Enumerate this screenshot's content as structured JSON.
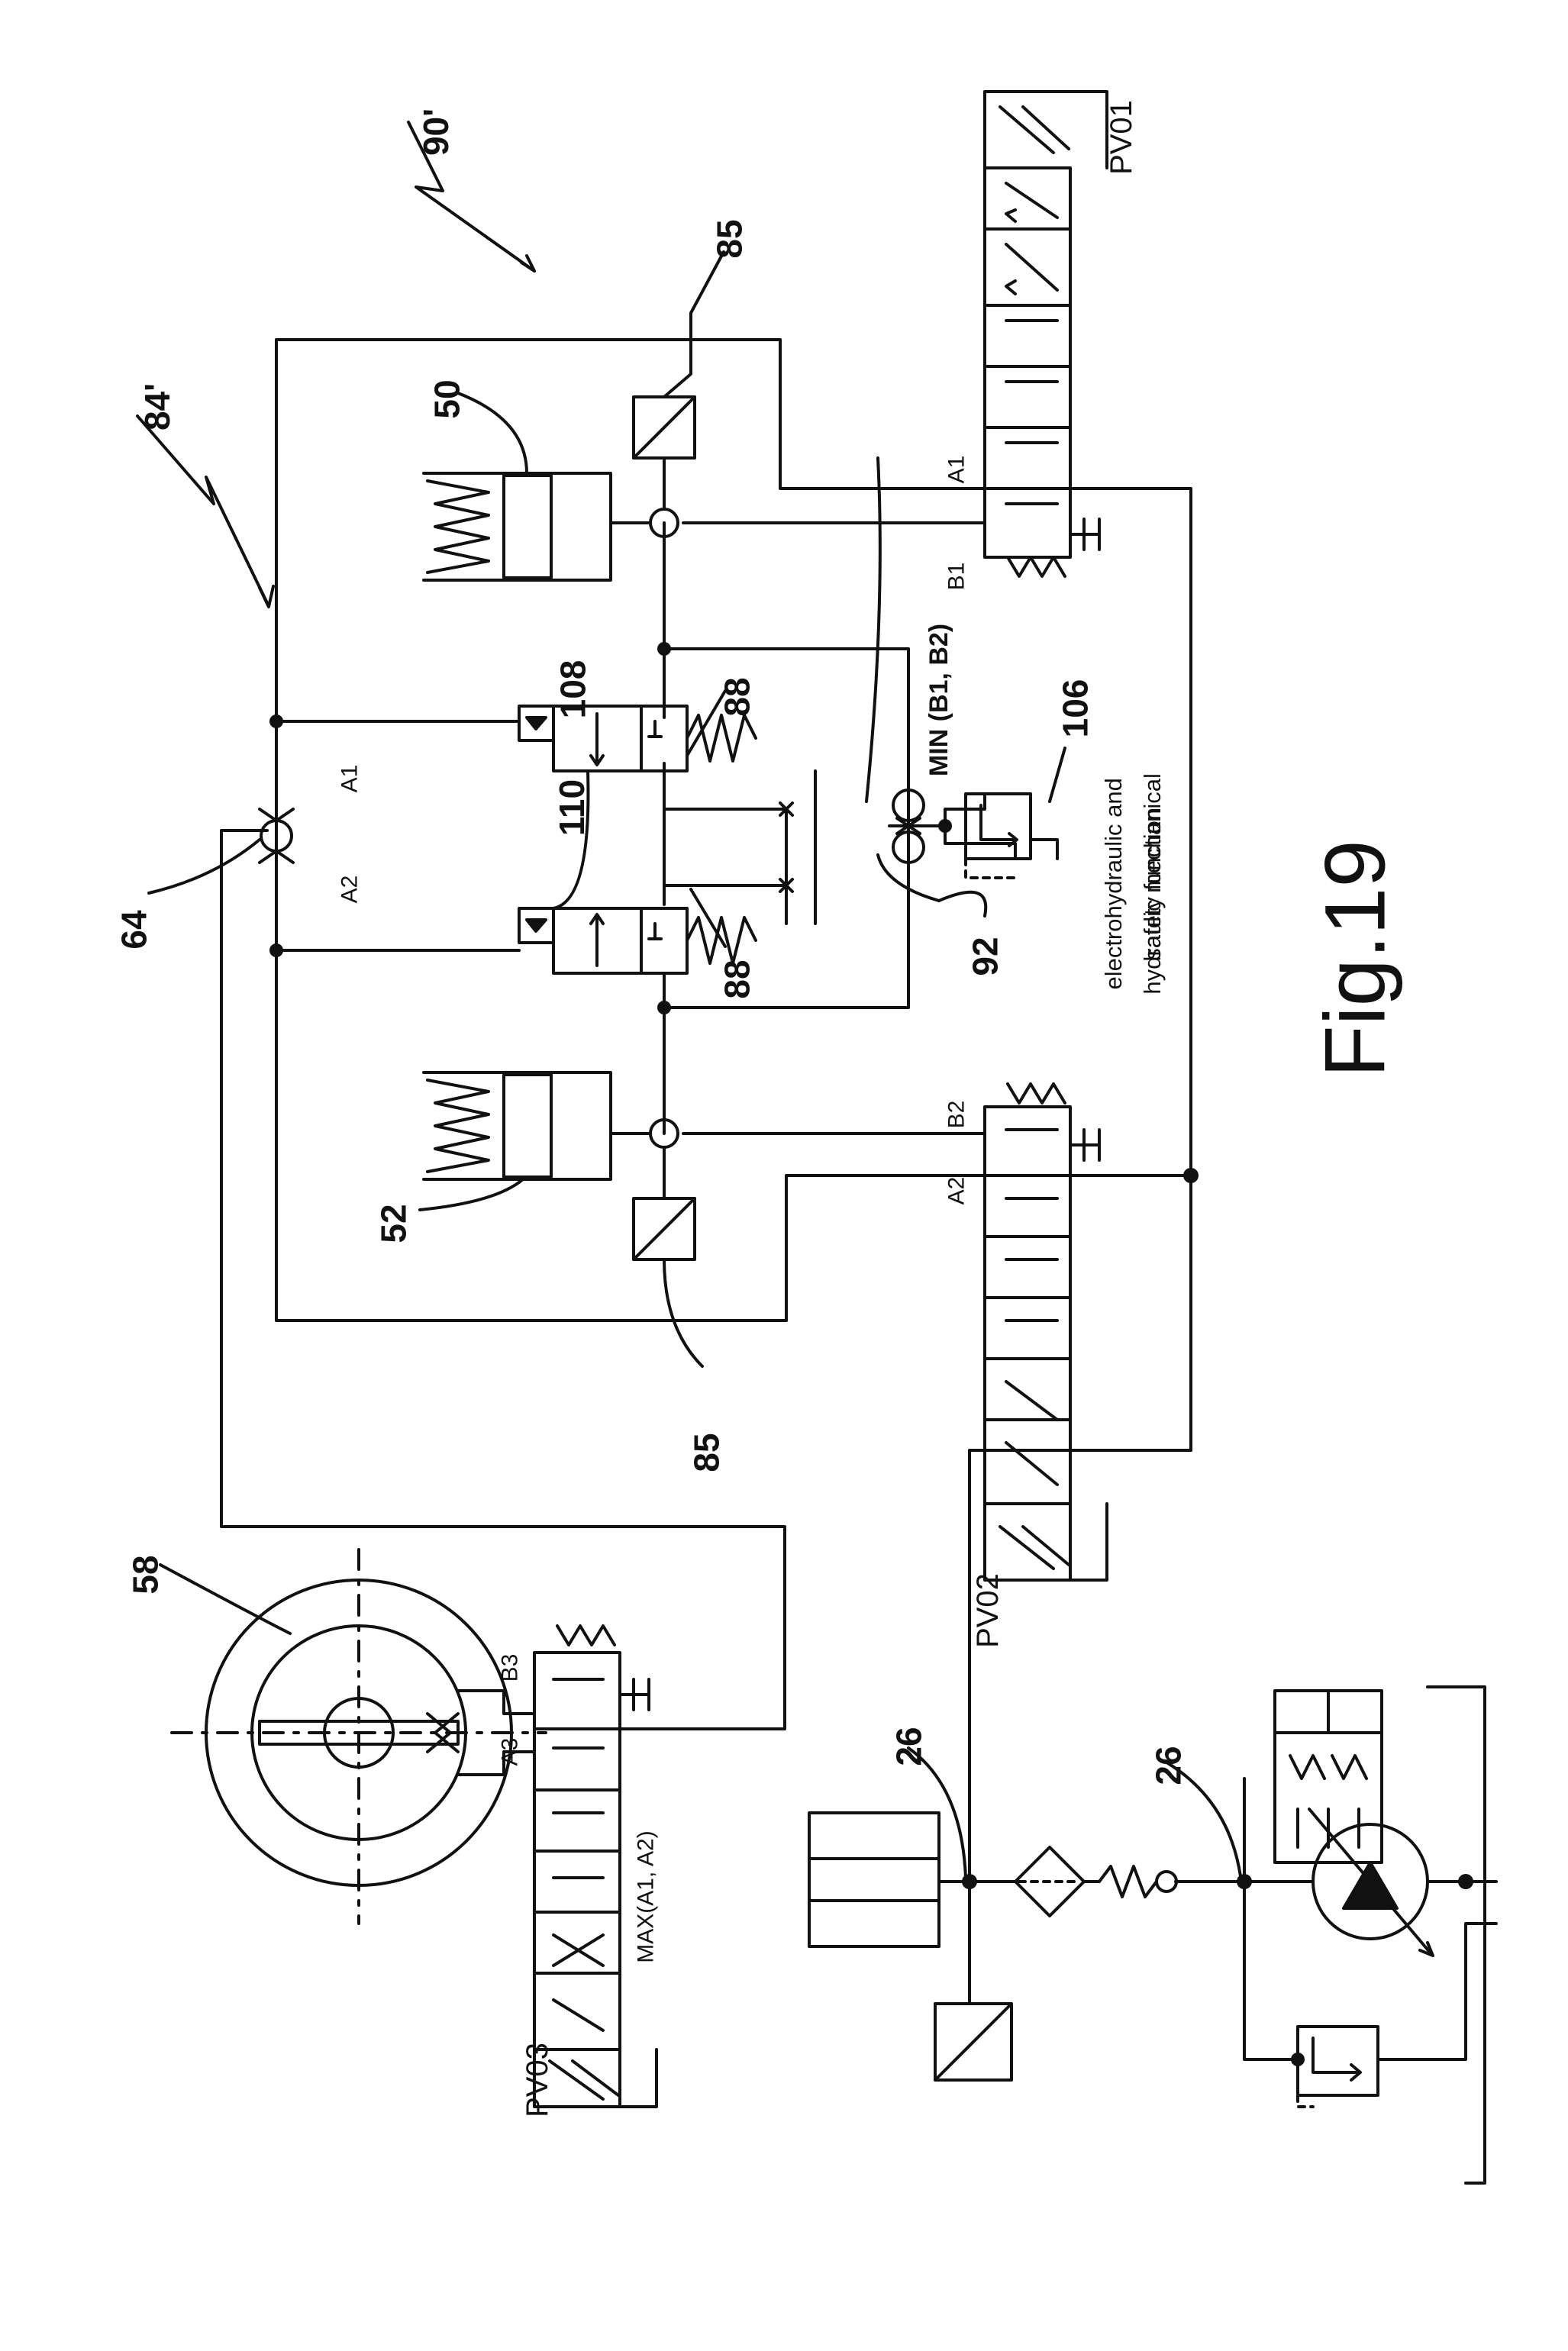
{
  "figure": {
    "caption": "Fig.19"
  },
  "reference_numerals": {
    "system": "90'",
    "circuit": "84'",
    "sensor_top": "85",
    "sensor_bottom": "85",
    "accumulator_upper": "50",
    "accumulator_lower": "52",
    "shuttle_valve": "64",
    "valve_upper": "110",
    "valve_lower": "108",
    "throttle_upper": "88",
    "throttle_lower": "88",
    "check_pair": "92",
    "relief_valve": "106",
    "actuator": "58",
    "pump_node_left": "26",
    "pump_node_right": "26"
  },
  "valves": {
    "pv01": "PV01",
    "pv02": "PV02",
    "pv03": "PV03"
  },
  "ports": {
    "a1_top": "A1",
    "a2_top": "A2",
    "a1_valve": "A1",
    "b1_valve": "B1",
    "a2_valve": "A2",
    "b2_valve": "B2",
    "a3_valve": "A3",
    "b3_valve": "B3"
  },
  "annotations": {
    "min_label": "MIN (B1, B2)",
    "max_label": "MAX(A1, A2)",
    "safety_note_line1": "electrohydraulic and",
    "safety_note_line2": "hydraulic mechanical",
    "safety_note_line3": "safety function"
  }
}
